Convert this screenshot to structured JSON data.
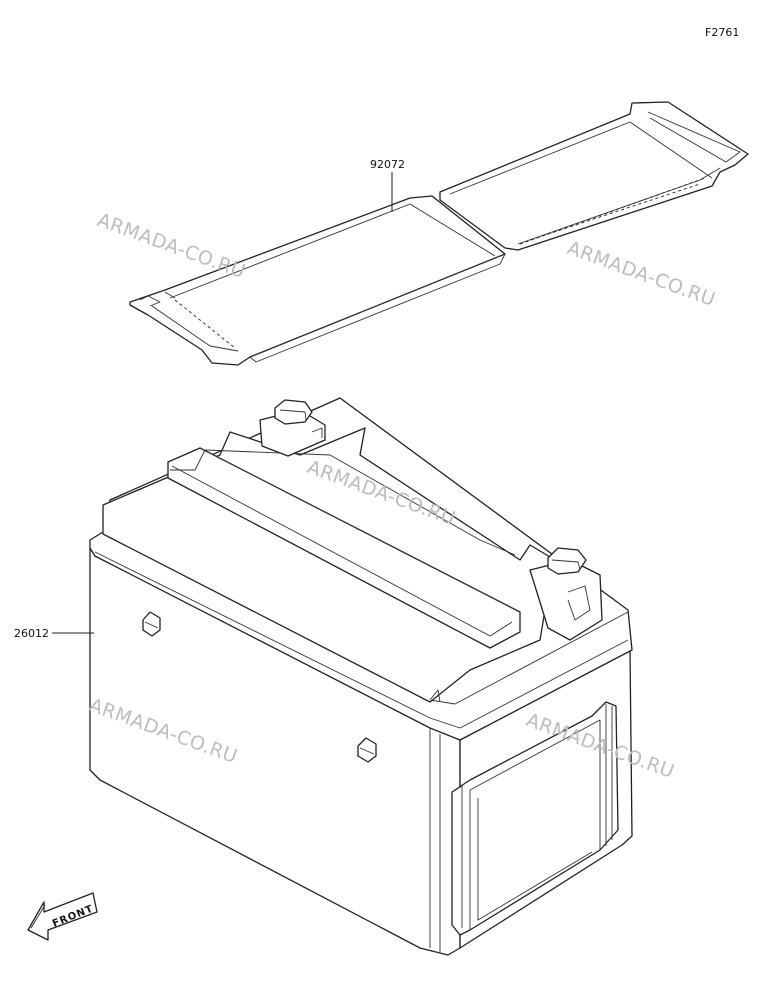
{
  "figure_code": "F2761",
  "parts": [
    {
      "number": "92072"
    },
    {
      "number": "26012"
    }
  ],
  "front_label": "FRONT",
  "watermarks": [
    "ARMADA-CO.RU",
    "ARMADA-CO.RU",
    "ARMADA-CO.RU",
    "ARMADA-CO.RU",
    "ARMADA-CO.RU"
  ],
  "colors": {
    "line": "#222222",
    "watermark": "#bdbdbd",
    "background": "#ffffff"
  }
}
